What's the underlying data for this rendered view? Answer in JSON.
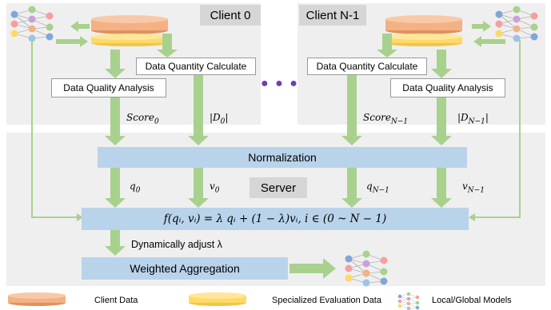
{
  "clients": {
    "client0_title": "Client 0",
    "clientN_title": "Client N-1",
    "quantity_label": "Data Quantity Calculate",
    "quality_label": "Data Quality Analysis",
    "dots": "● ● ●"
  },
  "labels": {
    "score0_base": "Score",
    "score0_sub": "0",
    "d0": "|D",
    "d0_sub": "0",
    "scoreN_base": "Score",
    "scoreN_sub": "N−1",
    "dN": "|D",
    "dN_sub": "N−1",
    "q0": "q",
    "q0_sub": "0",
    "v0": "v",
    "v0_sub": "0",
    "qN": "q",
    "qN_sub": "N−1",
    "vN": "v",
    "vN_sub": "N−1",
    "bar_close": "|"
  },
  "server": {
    "normalization": "Normalization",
    "server_title": "Server",
    "formula": "f(qᵢ, vᵢ) = λ qᵢ + (1 − λ)vᵢ, i ∈ (0 ~ N − 1)",
    "adjust": "Dynamically adjust λ",
    "weighted": "Weighted Aggregation"
  },
  "legend": {
    "client_data": "Client Data",
    "eval_data": "Specialized Evaluation Data",
    "models": "Local/Global Models"
  },
  "colors": {
    "arrow_green": "#a9d18e",
    "client_cylinder": "#f4b183",
    "eval_cylinder": "#ffd966",
    "blue_box": "#b9d3ea",
    "panel_gray": "#efefef"
  }
}
